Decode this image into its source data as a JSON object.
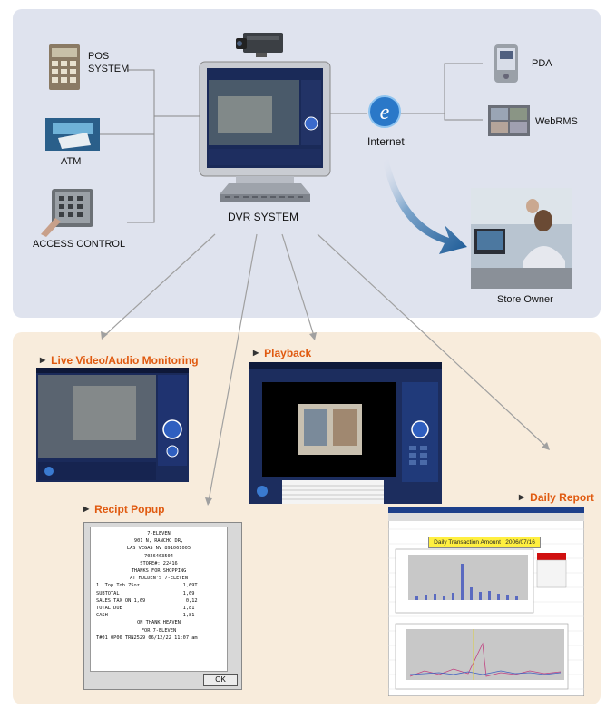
{
  "top": {
    "pos_label_1": "POS",
    "pos_label_2": "SYSTEM",
    "atm_label": "ATM",
    "access_label": "ACCESS CONTROL",
    "dvr_label": "DVR SYSTEM",
    "internet_label": "Internet",
    "pda_label": "PDA",
    "webrms_label": "WebRMS",
    "owner_label": "Store Owner"
  },
  "sections": {
    "live": "Live Video/Audio Monitoring",
    "playback": "Playback",
    "receipt": "Recipt Popup",
    "report": "Daily Report"
  },
  "receipt": {
    "lines": [
      "7-ELEVEN",
      "901 N, RANCHO DR,",
      "LAS VEGAS NV 891061005",
      "7026463504",
      "STORE#: 22416",
      "THANKS FOR SHOPPING",
      "AT HOLDEN'S 7-ELEVEN",
      "1  Top Tob 75oz               1,69T",
      "SUBTOTAL                      1,69",
      "SALES TAX ON 1,69              0,12",
      "TOTAL DUE                     1,81",
      "CASH                          1,81",
      "ON THANK HEAVEN",
      "FOR 7-ELEVEN",
      "T#01 OP06 TRN2529 06/12/22 11:07 am"
    ],
    "ok_label": "OK"
  },
  "report": {
    "title": "Daily Transaction Amount : 2006/07/16"
  },
  "colors": {
    "top_panel": "#dfe3ee",
    "bottom_panel": "#f8ecdc",
    "section_title": "#e05a10",
    "report_title_bg": "#ffef40"
  }
}
